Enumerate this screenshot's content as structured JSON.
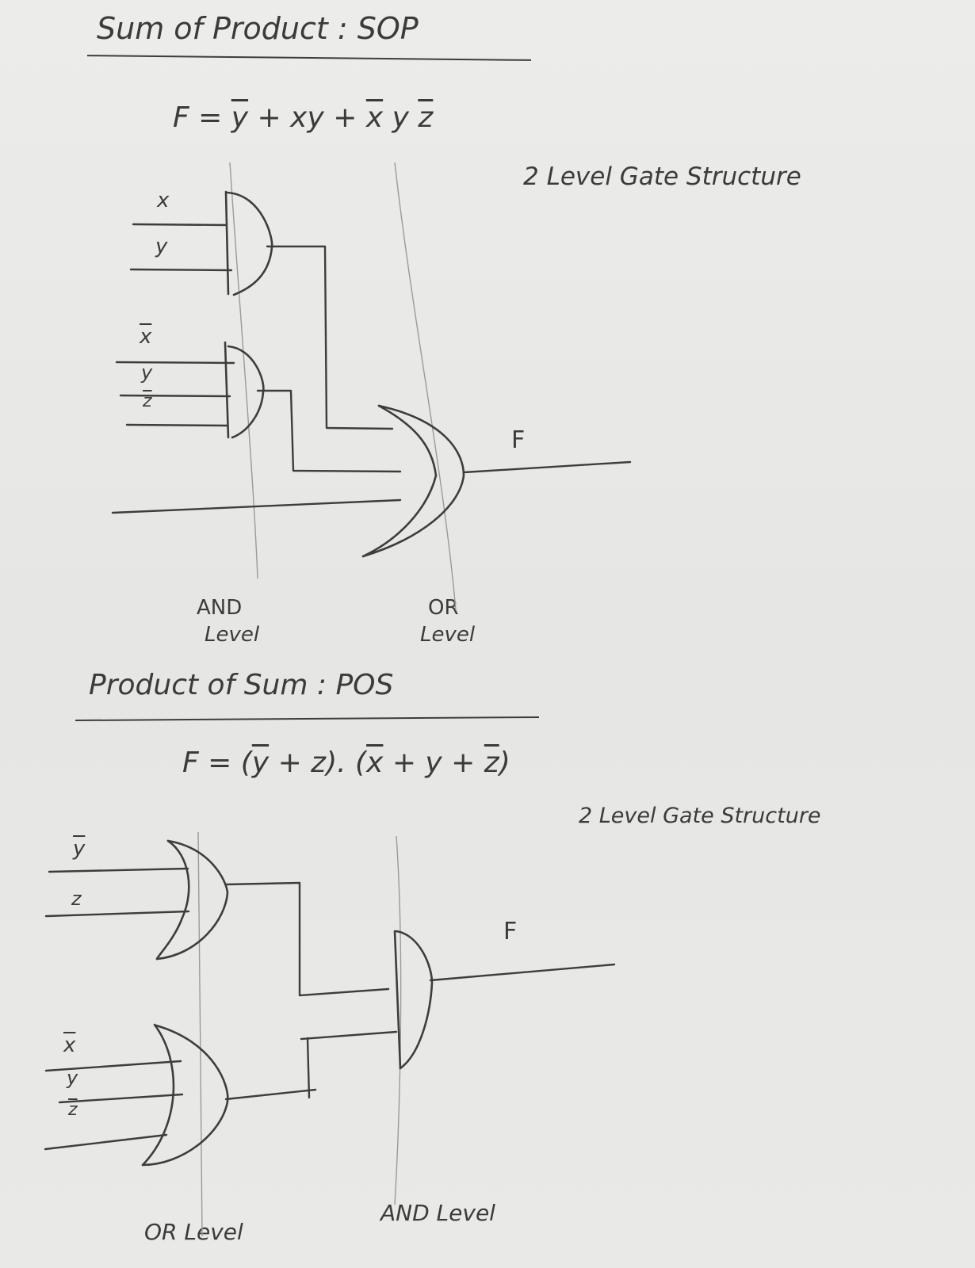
{
  "sop": {
    "heading": "Sum of Product : SOP",
    "equation": {
      "prefix": "F = ",
      "term1": "y",
      "plus1": " + ",
      "term2": "xy",
      "plus2": " + ",
      "term3_x": "x",
      "term3_y": "y",
      "term3_z": "z"
    },
    "structure_label": "2 Level Gate Structure",
    "inputs": {
      "g1_a": "x",
      "g1_b": "y",
      "g2_a": "x",
      "g2_b": "y",
      "g2_c": "z"
    },
    "output_label": "F",
    "level_labels": {
      "first_line1": "AND",
      "first_line2": "Level",
      "second_line1": "OR",
      "second_line2": "Level"
    }
  },
  "pos": {
    "heading": "Product of Sum : POS",
    "equation": {
      "prefix": "F = (",
      "t1_y": "y",
      "t1_rest": " + z). (",
      "t2_x": "x",
      "t2_mid": " + y + ",
      "t2_z": "z",
      "suffix": ")"
    },
    "structure_label": "2 Level Gate Structure",
    "inputs": {
      "g1_a": "y",
      "g1_b": "z",
      "g2_a": "x",
      "g2_b": "y",
      "g2_c": "z"
    },
    "output_label": "F",
    "level_labels": {
      "first": "OR Level",
      "second": "AND Level"
    }
  }
}
